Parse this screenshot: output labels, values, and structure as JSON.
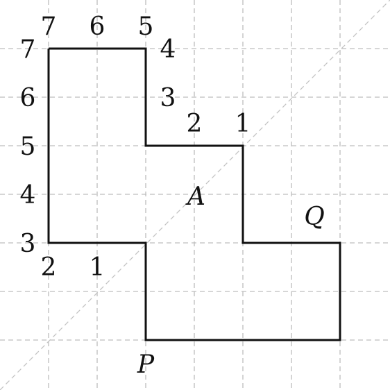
{
  "figure": {
    "top_labels": [
      "7",
      "6",
      "5"
    ],
    "left_labels": [
      "7",
      "6",
      "5",
      "4",
      "3"
    ],
    "edge_labels": {
      "four": "4",
      "three": "3",
      "two": "2",
      "one_top": "1",
      "two_bottom": "2",
      "one_bottom": "1"
    },
    "letters": {
      "A": "A",
      "P": "P",
      "Q": "Q"
    }
  }
}
